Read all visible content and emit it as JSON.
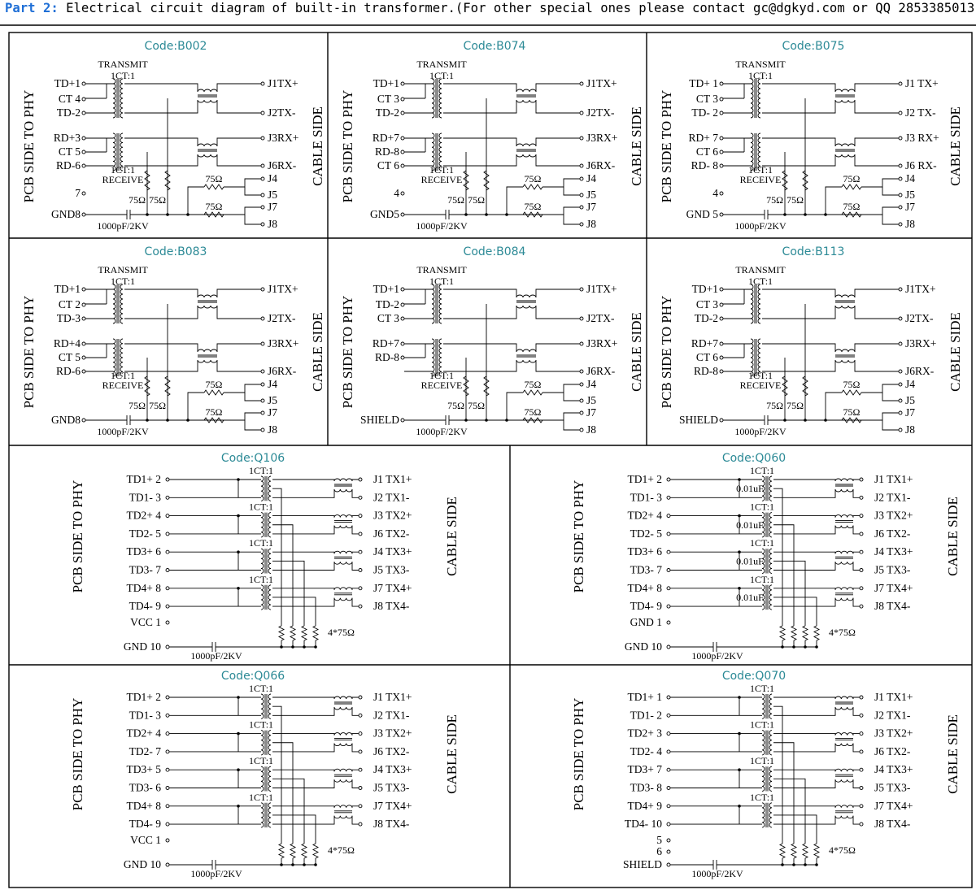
{
  "header": {
    "part": "Part 2:",
    "text": "Electrical circuit diagram of built-in transformer.(For other special ones please contact gc@dgkyd.com or QQ 2853385013.)"
  },
  "labels": {
    "pcb_side": "PCB SIDE TO PHY",
    "cable_side": "CABLE SIDE",
    "transmit": "TRANSMIT",
    "receive": "RECEIVE",
    "ratio": "1CT:1",
    "ohm75": "75Ω",
    "cap": "1000pF/2KV",
    "res4": "4*75Ω",
    "cap_small": "0.01uF"
  },
  "panels": [
    {
      "code": "Code:B002",
      "left": [
        "TD+1",
        "CT 4",
        "TD-2",
        "RD+3",
        "CT 5",
        "RD-6",
        "7",
        "GND8"
      ],
      "right": [
        "J1TX+",
        "J2TX-",
        "J3RX+",
        "J6RX-",
        "J4",
        "J5",
        "J7",
        "J8"
      ]
    },
    {
      "code": "Code:B074",
      "left": [
        "TD+1",
        "CT 3",
        "TD-2",
        "RD+7",
        "RD-8",
        "CT 6",
        "4",
        "GND5"
      ],
      "right": [
        "J1TX+",
        "J2TX-",
        "J3RX+",
        "J6RX-",
        "J4",
        "J5",
        "J7",
        "J8"
      ]
    },
    {
      "code": "Code:B075",
      "left": [
        "TD+ 1",
        "CT 3",
        "TD- 2",
        "RD+ 7",
        "CT 6",
        "RD- 8",
        "4",
        "GND 5"
      ],
      "right": [
        "J1 TX+",
        "J2 TX-",
        "J3 RX+",
        "J6 RX-",
        "J4",
        "J5",
        "J7",
        "J8"
      ]
    },
    {
      "code": "Code:B083",
      "left": [
        "TD+1",
        "CT 2",
        "TD-3",
        "RD+4",
        "CT 5",
        "RD-6",
        "",
        "GND8"
      ],
      "right": [
        "J1TX+",
        "J2TX-",
        "J3RX+",
        "J6RX-",
        "J4",
        "J5",
        "J7",
        "J8"
      ]
    },
    {
      "code": "Code:B084",
      "left": [
        "TD+1",
        "TD-2",
        "CT 3",
        "RD+7",
        "RD-8",
        "",
        "",
        "SHIELD"
      ],
      "right": [
        "J1TX+",
        "J2TX-",
        "J3RX+",
        "J6RX-",
        "J4",
        "J5",
        "J7",
        "J8"
      ]
    },
    {
      "code": "Code:B113",
      "left": [
        "TD+1",
        "CT 3",
        "TD-2",
        "RD+7",
        "CT 6",
        "RD-8",
        "",
        "SHIELD"
      ],
      "right": [
        "J1TX+",
        "J2TX-",
        "J3RX+",
        "J6RX-",
        "J4",
        "J5",
        "J7",
        "J8"
      ]
    },
    {
      "code": "Code:Q106",
      "left": [
        "TD1+ 2",
        "TD1- 3",
        "TD2+ 4",
        "TD2- 5",
        "TD3+ 6",
        "TD3- 7",
        "TD4+ 8",
        "TD4- 9",
        "VCC 1",
        "GND 10"
      ],
      "right": [
        "J1 TX1+",
        "J2 TX1-",
        "J3 TX2+",
        "J6 TX2-",
        "J4 TX3+",
        "J5 TX3-",
        "J7 TX4+",
        "J8 TX4-"
      ]
    },
    {
      "code": "Code:Q060",
      "left": [
        "TD1+ 2",
        "TD1- 3",
        "TD2+ 4",
        "TD2- 5",
        "TD3+ 6",
        "TD3- 7",
        "TD4+ 8",
        "TD4- 9",
        "GND 1",
        "GND 10"
      ],
      "right": [
        "J1 TX1+",
        "J2 TX1-",
        "J3 TX2+",
        "J6 TX2-",
        "J4 TX3+",
        "J5 TX3-",
        "J7 TX4+",
        "J8 TX4-"
      ]
    },
    {
      "code": "Code:Q066",
      "left": [
        "TD1+ 2",
        "TD1- 3",
        "TD2+ 4",
        "TD2- 7",
        "TD3+ 5",
        "TD3- 6",
        "TD4+ 8",
        "TD4- 9",
        "VCC 1",
        "GND 10"
      ],
      "right": [
        "J1 TX1+",
        "J2 TX1-",
        "J3 TX2+",
        "J6 TX2-",
        "J4 TX3+",
        "J5 TX3-",
        "J7 TX4+",
        "J8 TX4-"
      ]
    },
    {
      "code": "Code:Q070",
      "left": [
        "TD1+ 1",
        "TD1- 2",
        "TD2+ 3",
        "TD2- 4",
        "TD3+ 7",
        "TD3- 8",
        "TD4+ 9",
        "TD4- 10",
        "5",
        "6",
        "SHIELD"
      ],
      "right": [
        "J1 TX1+",
        "J2 TX1-",
        "J3 TX2+",
        "J6 TX2-",
        "J4 TX3+",
        "J5 TX3-",
        "J7 TX4+",
        "J8 TX4-"
      ]
    }
  ]
}
